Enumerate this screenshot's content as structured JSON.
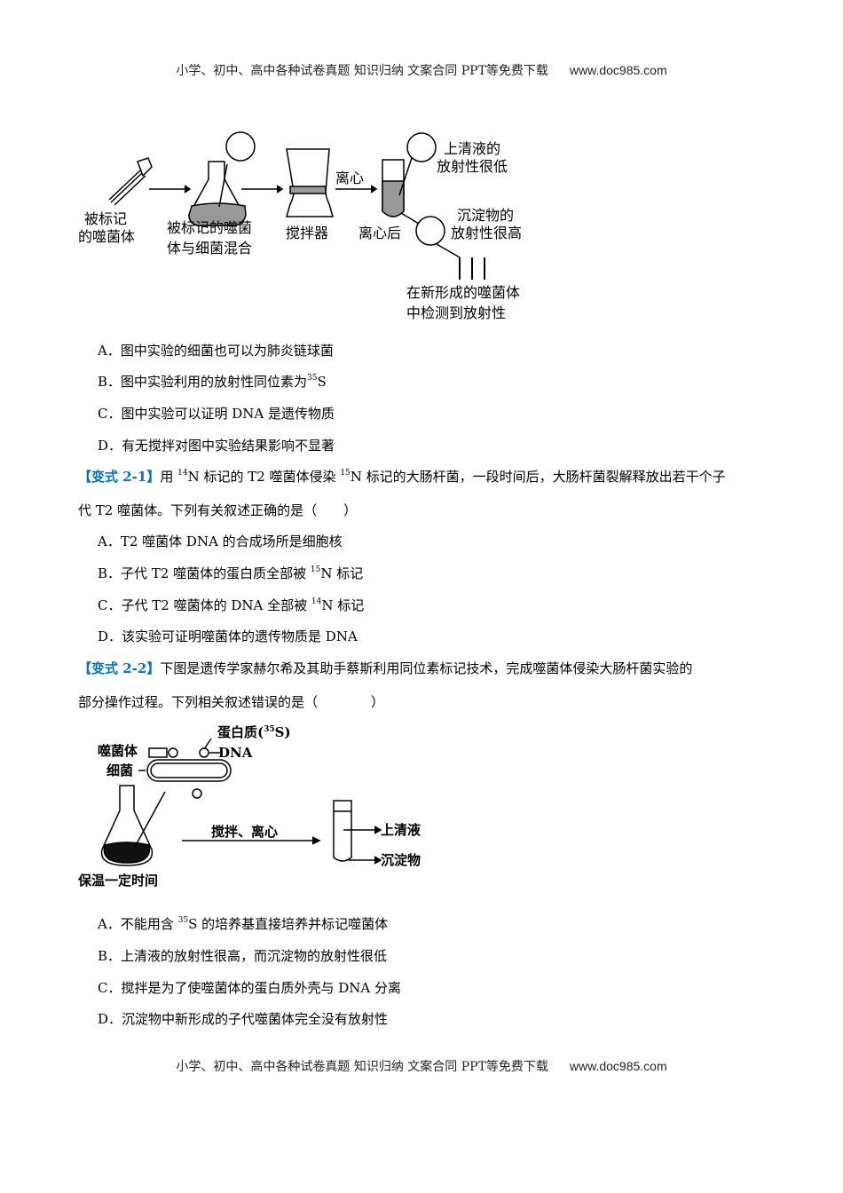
{
  "header": {
    "text": "小学、初中、高中各种试卷真题 知识归纳 文案合同 PPT等免费下载",
    "site": "www.doc985.com"
  },
  "footer": {
    "text": "小学、初中、高中各种试卷真题 知识归纳 文案合同 PPT等免费下载",
    "site": "www.doc985.com"
  },
  "figure1": {
    "label_phage": [
      "被标记",
      "的噬菌体"
    ],
    "label_mix": [
      "被标记的噬菌",
      "体与细菌混合"
    ],
    "label_blender": "搅拌器",
    "label_centrifuge": "离心",
    "label_after": "离心后",
    "label_supernatant": [
      "上清液的",
      "放射性很低"
    ],
    "label_pellet": [
      "沉淀物的",
      "放射性很高"
    ],
    "label_new": [
      "在新形成的噬菌体",
      "中检测到放射性"
    ]
  },
  "q1_options": [
    {
      "letter": "A．",
      "text": "图中实验的细菌也可以为肺炎链球菌"
    },
    {
      "letter": "B．",
      "text": "图中实验利用的放射性同位素为",
      "sup": "35",
      "after": "S"
    },
    {
      "letter": "C．",
      "text": "图中实验可以证明  DNA 是遗传物质"
    },
    {
      "letter": "D．",
      "text": "有无搅拌对图中实验结果影响不显著"
    }
  ],
  "v21": {
    "label": "【变式 2-1】",
    "p1": "用 ",
    "sup1": "14",
    "p2": "N 标记的 T2 噬菌体侵染 ",
    "sup2": "15",
    "p3": "N 标记的大肠杆菌，一段时间后，大肠杆菌裂解释放出若干个子",
    "line2": "代 T2 噬菌体。下列有关叙述正确的是（　　）",
    "options": [
      {
        "letter": "A．",
        "text": "T2 噬菌体 DNA 的合成场所是细胞核"
      },
      {
        "letter": "B．",
        "text": "子代 T2 噬菌体的蛋白质全部被 ",
        "sup": "15",
        "after": "N 标记"
      },
      {
        "letter": "C．",
        "text": "子代 T2 噬菌体的 DNA 全部被 ",
        "sup": "14",
        "after": "N 标记"
      },
      {
        "letter": "D．",
        "text": "该实验可证明噬菌体的遗传物质是 DNA"
      }
    ]
  },
  "v22": {
    "label": "【变式 2-2】",
    "line1": "下图是遗传学家赫尔希及其助手蔡斯利用同位素标记技术，完成噬菌体侵染大肠杆菌实验的",
    "line2": "部分操作过程。下列相关叙述错误的是（　　　　）",
    "options": [
      {
        "letter": "A．",
        "text": "不能用含 ",
        "sup": "35",
        "after": "S 的培养基直接培养并标记噬菌体"
      },
      {
        "letter": "B．",
        "text": "上清液的放射性很高，而沉淀物的放射性很低"
      },
      {
        "letter": "C．",
        "text": "搅拌是为了使噬菌体的蛋白质外壳与 DNA 分离"
      },
      {
        "letter": "D．",
        "text": "沉淀物中新形成的子代噬菌体完全没有放射性"
      }
    ]
  },
  "figure2": {
    "label_protein": "蛋白质(",
    "label_protein_sup": "35",
    "label_protein_end": "S)",
    "label_dna": "DNA",
    "label_phage": "噬菌体",
    "label_bacteria": "细菌",
    "label_process": "搅拌、离心",
    "label_supernatant": "上清液",
    "label_pellet": "沉淀物",
    "label_incubate": "保温一定时间"
  }
}
